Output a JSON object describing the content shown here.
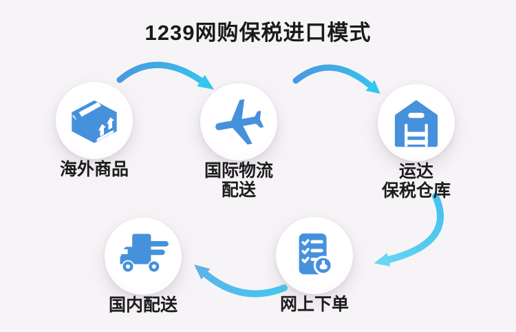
{
  "title": "1239网购保税进口模式",
  "colors": {
    "background": "#F7F4F7",
    "icon_blue": "#4691DC",
    "arrow_blue": "#4A97E0",
    "arrow_cyan": "#33C7F0",
    "arrow_cyan_light": "#67D6F3",
    "arrow_head_left": "#5FB2E7",
    "title_text": "#1A1A1A",
    "label_text": "#1C1C1C",
    "circle_fill": "#FFFFFF"
  },
  "nodes": [
    {
      "id": "overseas-goods",
      "icon": "package-icon",
      "label_lines": [
        "海外商品"
      ]
    },
    {
      "id": "international-logistics",
      "icon": "airplane-icon",
      "label_lines": [
        "国际物流",
        "配送"
      ]
    },
    {
      "id": "bonded-warehouse",
      "icon": "warehouse-icon",
      "label_lines": [
        "运达",
        "保税仓库"
      ]
    },
    {
      "id": "online-order",
      "icon": "order-list-icon",
      "label_lines": [
        "网上下单"
      ]
    },
    {
      "id": "domestic-delivery",
      "icon": "truck-icon",
      "label_lines": [
        "国内配送"
      ]
    }
  ],
  "arrows": [
    {
      "from": "overseas-goods",
      "to": "international-logistics"
    },
    {
      "from": "international-logistics",
      "to": "bonded-warehouse"
    },
    {
      "from": "bonded-warehouse",
      "to": "online-order"
    },
    {
      "from": "online-order",
      "to": "domestic-delivery"
    }
  ]
}
